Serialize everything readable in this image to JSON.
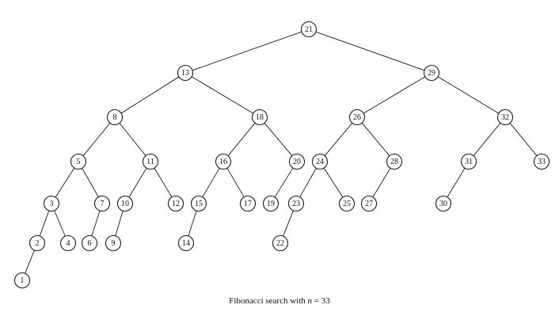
{
  "caption": {
    "prefix": "Fibonacci search with ",
    "variable": "n",
    "suffix": " = 33"
  },
  "tree": {
    "root": "21",
    "nodes": [
      "1",
      "2",
      "3",
      "4",
      "5",
      "6",
      "7",
      "8",
      "9",
      "10",
      "11",
      "12",
      "13",
      "14",
      "15",
      "16",
      "17",
      "18",
      "19",
      "20",
      "21",
      "22",
      "23",
      "24",
      "25",
      "26",
      "27",
      "28",
      "29",
      "30",
      "31",
      "32",
      "33"
    ],
    "edges": [
      [
        "21",
        "13"
      ],
      [
        "21",
        "29"
      ],
      [
        "13",
        "8"
      ],
      [
        "13",
        "18"
      ],
      [
        "29",
        "26"
      ],
      [
        "29",
        "32"
      ],
      [
        "8",
        "5"
      ],
      [
        "8",
        "11"
      ],
      [
        "18",
        "16"
      ],
      [
        "18",
        "20"
      ],
      [
        "26",
        "24"
      ],
      [
        "26",
        "28"
      ],
      [
        "32",
        "31"
      ],
      [
        "32",
        "33"
      ],
      [
        "5",
        "3"
      ],
      [
        "5",
        "7"
      ],
      [
        "11",
        "10"
      ],
      [
        "11",
        "12"
      ],
      [
        "16",
        "15"
      ],
      [
        "16",
        "17"
      ],
      [
        "20",
        "19"
      ],
      [
        "24",
        "23"
      ],
      [
        "24",
        "25"
      ],
      [
        "28",
        "27"
      ],
      [
        "31",
        "30"
      ],
      [
        "3",
        "2"
      ],
      [
        "3",
        "4"
      ],
      [
        "7",
        "6"
      ],
      [
        "10",
        "9"
      ],
      [
        "15",
        "14"
      ],
      [
        "23",
        "22"
      ],
      [
        "2",
        "1"
      ]
    ]
  }
}
